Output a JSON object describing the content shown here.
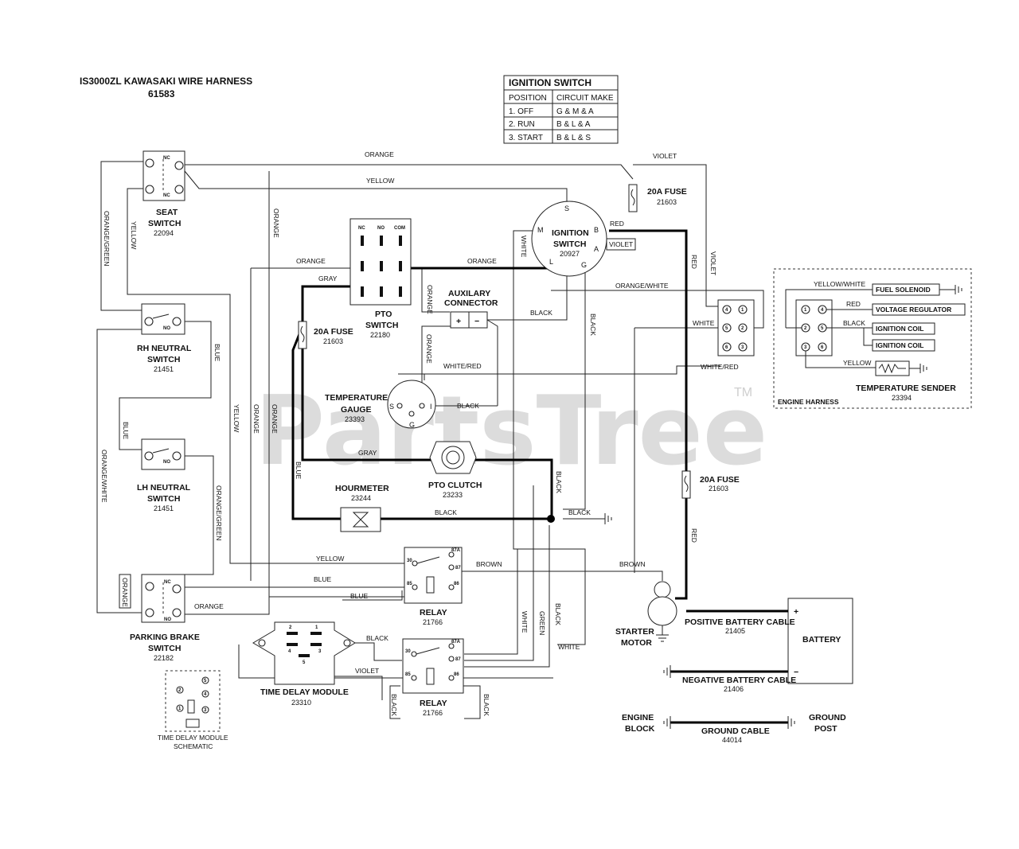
{
  "title": {
    "line1": "IS3000ZL KAWASAKI WIRE HARNESS",
    "line2": "61583"
  },
  "watermark": {
    "text": "PartsTree",
    "tm": "TM"
  },
  "ignition_table": {
    "title": "IGNITION SWITCH",
    "headers": [
      "POSITION",
      "CIRCUIT MAKE"
    ],
    "rows": [
      [
        "1. OFF",
        "G & M & A"
      ],
      [
        "2. RUN",
        "B & L & A"
      ],
      [
        "3. START",
        "B & L & S"
      ]
    ]
  },
  "components": {
    "seat_switch": {
      "name1": "SEAT",
      "name2": "SWITCH",
      "part": "22094",
      "nc": "NC"
    },
    "rh_neutral": {
      "name1": "RH NEUTRAL",
      "name2": "SWITCH",
      "part": "21451",
      "no": "NO"
    },
    "lh_neutral": {
      "name1": "LH NEUTRAL",
      "name2": "SWITCH",
      "part": "21451",
      "no": "NO"
    },
    "parking_brake": {
      "name1": "PARKING BRAKE",
      "name2": "SWITCH",
      "part": "22182",
      "nc": "NC",
      "no": "NO"
    },
    "pto_switch": {
      "name1": "PTO",
      "name2": "SWITCH",
      "part": "22180",
      "nc": "NC",
      "no": "NO",
      "com": "COM"
    },
    "ignition_switch": {
      "name1": "IGNITION",
      "name2": "SWITCH",
      "part": "20927",
      "s": "S",
      "m": "M",
      "b": "B",
      "a": "A",
      "l": "L",
      "g": "G"
    },
    "fuse_top": {
      "name": "20A FUSE",
      "part": "21603"
    },
    "fuse_left": {
      "name": "20A FUSE",
      "part": "21603"
    },
    "fuse_right": {
      "name": "20A FUSE",
      "part": "21603"
    },
    "aux_connector": {
      "name1": "AUXILARY",
      "name2": "CONNECTOR",
      "plus": "+",
      "minus": "−"
    },
    "temp_gauge": {
      "name1": "TEMPERATURE",
      "name2": "GAUGE",
      "part": "23393",
      "s": "S",
      "i": "I",
      "g": "G"
    },
    "hourmeter": {
      "name": "HOURMETER",
      "part": "23244"
    },
    "pto_clutch": {
      "name": "PTO CLUTCH",
      "part": "23233"
    },
    "relay1": {
      "name": "RELAY",
      "part": "21766",
      "p87a": "87A",
      "p87": "87",
      "p30": "30",
      "p85": "85",
      "p86": "86"
    },
    "relay2": {
      "name": "RELAY",
      "part": "21766",
      "p87a": "87A",
      "p87": "87",
      "p30": "30",
      "p85": "85",
      "p86": "86"
    },
    "time_delay": {
      "name": "TIME DELAY MODULE",
      "part": "23310",
      "p1": "1",
      "p2": "2",
      "p3": "3",
      "p4": "4",
      "p5": "5"
    },
    "td_schematic": {
      "line1": "TIME DELAY MODULE",
      "line2": "SCHEMATIC",
      "p1": "1",
      "p2": "2",
      "p3": "3",
      "p4": "4",
      "p5": "5"
    },
    "starter": {
      "name1": "STARTER",
      "name2": "MOTOR"
    },
    "battery": {
      "name": "BATTERY",
      "plus": "+",
      "minus": "−"
    },
    "pos_cable": {
      "name": "POSITIVE BATTERY CABLE",
      "part": "21405"
    },
    "neg_cable": {
      "name": "NEGATIVE BATTERY CABLE",
      "part": "21406"
    },
    "ground_cable": {
      "name": "GROUND CABLE",
      "part": "44014"
    },
    "engine_block": {
      "line1": "ENGINE",
      "line2": "BLOCK"
    },
    "ground_post": {
      "line1": "GROUND",
      "line2": "POST"
    },
    "engine_harness": {
      "label": "ENGINE HARNESS",
      "fuel_solenoid": "FUEL SOLENOID",
      "voltage_regulator": "VOLTAGE REGULATOR",
      "ignition_coil_1": "IGNITION COIL",
      "ignition_coil_2": "IGNITION COIL",
      "temp_sender": "TEMPERATURE SENDER",
      "temp_sender_part": "23394",
      "p1": "1",
      "p2": "2",
      "p3": "3",
      "p4": "4",
      "p5": "5",
      "p6": "6"
    },
    "main_connector": {
      "p1": "1",
      "p2": "2",
      "p3": "3",
      "p4": "4",
      "p5": "5",
      "p6": "6"
    }
  },
  "wires": {
    "orange": "ORANGE",
    "yellow": "YELLOW",
    "violet": "VIOLET",
    "red": "RED",
    "orange_green": "ORANGE/GREEN",
    "orange_white": "ORANGE/WHITE",
    "blue": "BLUE",
    "gray": "GRAY",
    "black": "BLACK",
    "white": "WHITE",
    "white_red": "WHITE/RED",
    "yellow_white": "YELLOW/WHITE",
    "brown": "BROWN",
    "green": "GREEN"
  }
}
